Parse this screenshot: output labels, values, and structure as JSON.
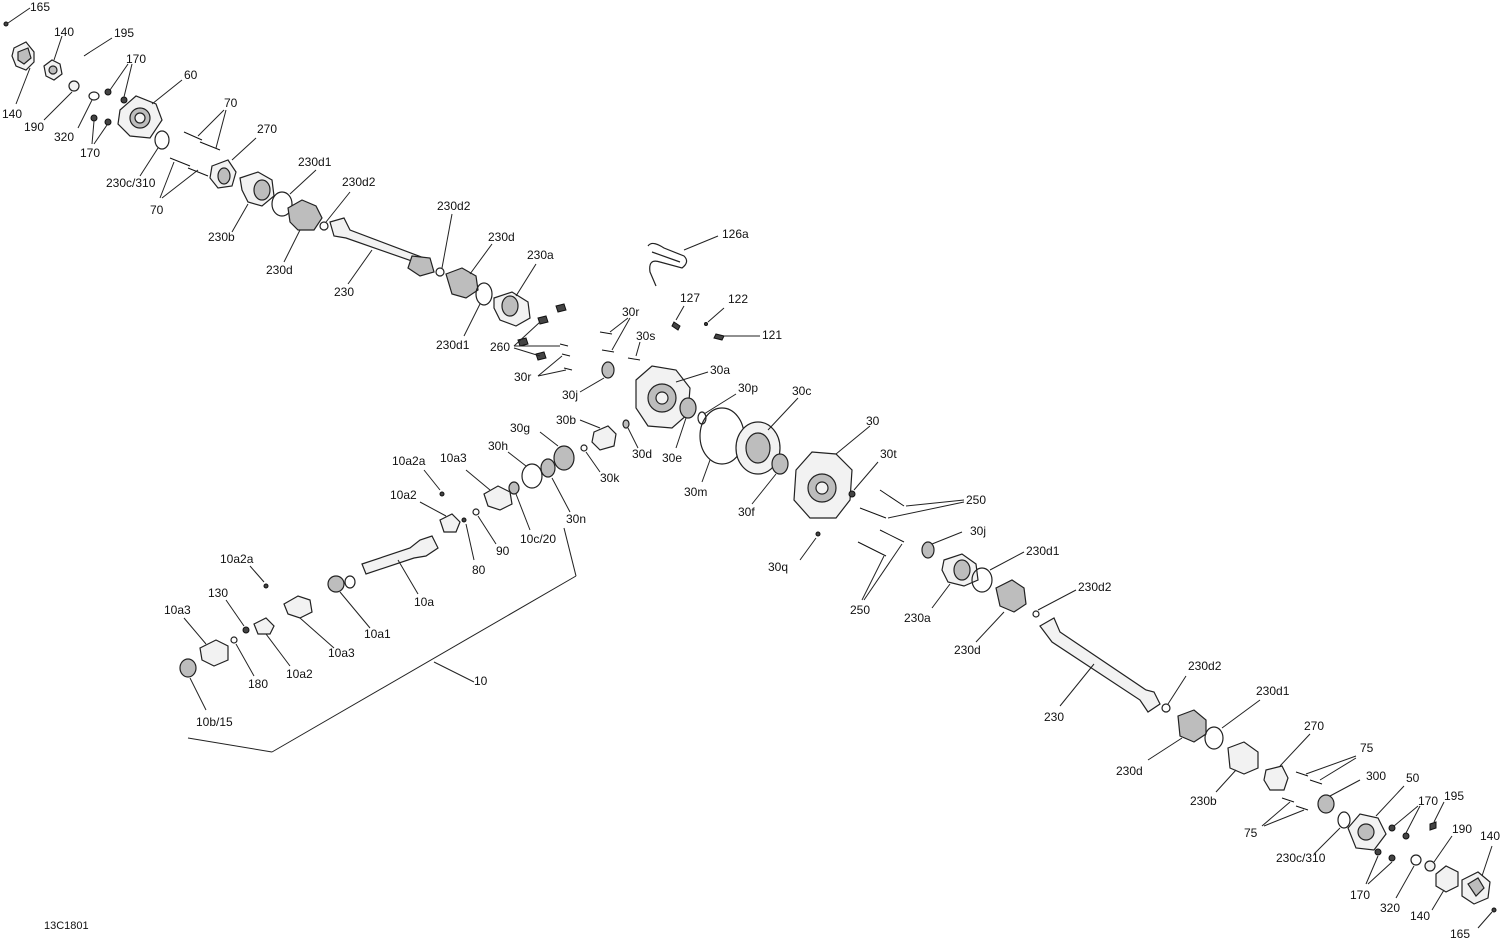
{
  "diagram_ref": "13C1801",
  "callouts": {
    "c165a": "165",
    "c140a": "140",
    "c195a": "195",
    "c170a": "170",
    "c60": "60",
    "c140b": "140",
    "c190a": "190",
    "c320a": "320",
    "c170b": "170",
    "c70a": "70",
    "c270a": "270",
    "c230c310a": "230c/310",
    "c70b": "70",
    "c230d1a": "230d1",
    "c230d2a": "230d2",
    "c230ba": "230b",
    "c230da": "230d",
    "c230a": "230",
    "c230d2b": "230d2",
    "c230db": "230d",
    "c230aa": "230a",
    "c230d1b": "230d1",
    "c126a": "126a",
    "c127": "127",
    "c122": "122",
    "c121": "121",
    "c30r1": "30r",
    "c30s": "30s",
    "c260": "260",
    "c30r2": "30r",
    "c30j1": "30j",
    "c30a": "30a",
    "c30p": "30p",
    "c30c": "30c",
    "c30b": "30b",
    "c30g": "30g",
    "c30d": "30d",
    "c30e": "30e",
    "c30k": "30k",
    "c30h": "30h",
    "c30n": "30n",
    "c30m": "30m",
    "c30": "30",
    "c30t": "30t",
    "c30f": "30f",
    "c250a": "250",
    "c30q": "30q",
    "c250b": "250",
    "c30j2": "30j",
    "c230d1c": "230d1",
    "c230ab": "230a",
    "c230dc": "230d",
    "c230d2c": "230d2",
    "c230b2": "230",
    "c10a2a1": "10a2a",
    "c10a3a": "10a3",
    "c10a2b": "10a2",
    "c90": "90",
    "c10c20": "10c/20",
    "c80": "80",
    "c10a": "10a",
    "c10a1": "10a1",
    "c10a2a2": "10a2a",
    "c130": "130",
    "c10a3b": "10a3",
    "c10a3c": "10a3",
    "c180": "180",
    "c10a2c": "10a2",
    "c10b15": "10b/15",
    "c10": "10",
    "c230d2d": "230d2",
    "c230d1d": "230d1",
    "c270b": "270",
    "c75a": "75",
    "c230dd": "230d",
    "c230bb": "230b",
    "c300": "300",
    "c50": "50",
    "c170c": "170",
    "c195b": "195",
    "c75b": "75",
    "c190b": "190",
    "c140c": "140",
    "c230c310b": "230c/310",
    "c170d": "170",
    "c320b": "320",
    "c140d": "140",
    "c165b": "165"
  }
}
